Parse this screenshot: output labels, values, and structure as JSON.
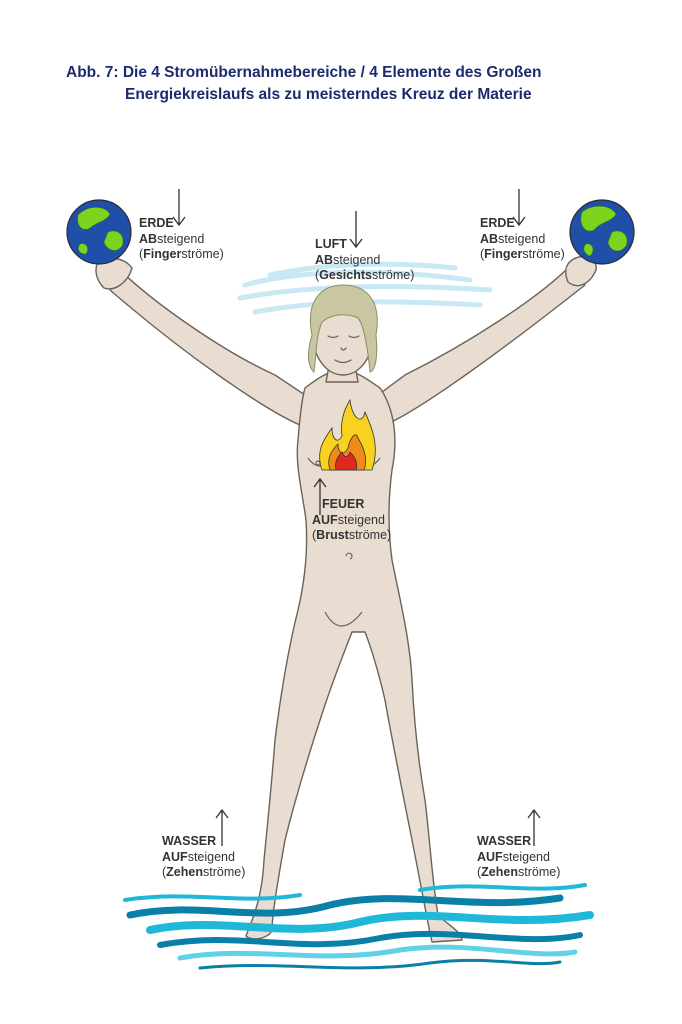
{
  "title": {
    "line1": "Abb. 7: Die 4 Stromübernahmebereiche / 4 Elemente des Großen",
    "line2": "Energiekreislaufs als zu meisterndes Kreuz der Materie"
  },
  "labels": {
    "erde_left": {
      "element": "ERDE",
      "dir_bold": "AB",
      "dir_rest": "steigend",
      "stream_bold": "Finger",
      "stream_rest": "ströme",
      "arrow": "down"
    },
    "luft": {
      "element": "LUFT",
      "dir_bold": "AB",
      "dir_rest": "steigend",
      "stream_bold": "Gesichts",
      "stream_rest": "ströme",
      "arrow": "down"
    },
    "erde_right": {
      "element": "ERDE",
      "dir_bold": "AB",
      "dir_rest": "steigend",
      "stream_bold": "Finger",
      "stream_rest": "ströme",
      "arrow": "down"
    },
    "feuer": {
      "element": "FEUER",
      "dir_bold": "AUF",
      "dir_rest": "steigend",
      "stream_bold": "Brust",
      "stream_rest": "ströme",
      "arrow": "up"
    },
    "wasser_left": {
      "element": "WASSER",
      "dir_bold": "AUF",
      "dir_rest": "steigend",
      "stream_bold": "Zehen",
      "stream_rest": "ströme",
      "arrow": "up"
    },
    "wasser_right": {
      "element": "WASSER",
      "dir_bold": "AUF",
      "dir_rest": "steigend",
      "stream_bold": "Zehen",
      "stream_rest": "ströme",
      "arrow": "up"
    }
  },
  "colors": {
    "title": "#1d2a6e",
    "skin": "#e8ddd0",
    "skin_outline": "#6b6358",
    "hair": "#c9c7a2",
    "earth_ocean": "#1f4fa8",
    "earth_land": "#7ed321",
    "fire_outer": "#f7d21e",
    "fire_middle": "#f08a1a",
    "fire_inner": "#e0281e",
    "water": "#1fb8d8",
    "water_dark": "#0a7fa8",
    "air": "#bfe4f2"
  }
}
